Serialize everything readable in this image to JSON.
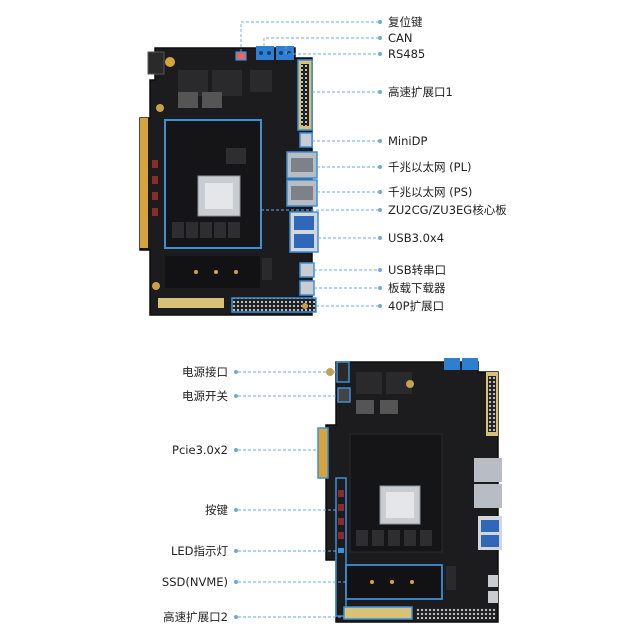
{
  "top_labels": [
    {
      "key": "reset",
      "text": "复位键"
    },
    {
      "key": "can",
      "text": "CAN"
    },
    {
      "key": "rs485",
      "text": "RS485"
    },
    {
      "key": "hs_expansion_1",
      "text": "高速扩展口1"
    },
    {
      "key": "minidp",
      "text": "MiniDP"
    },
    {
      "key": "gbe_pl",
      "text": "千兆以太网 (PL)"
    },
    {
      "key": "gbe_ps",
      "text": "千兆以太网 (PS)"
    },
    {
      "key": "core_board",
      "text": "ZU2CG/ZU3EG核心板"
    },
    {
      "key": "usb3",
      "text": "USB3.0x4"
    },
    {
      "key": "usb_uart",
      "text": "USB转串口"
    },
    {
      "key": "onboard_downloader",
      "text": "板载下载器"
    },
    {
      "key": "expansion_40p",
      "text": "40P扩展口"
    }
  ],
  "bottom_labels": [
    {
      "key": "power_jack",
      "text": "电源接口"
    },
    {
      "key": "power_switch",
      "text": "电源开关"
    },
    {
      "key": "pcie",
      "text": "Pcie3.0x2"
    },
    {
      "key": "buttons",
      "text": "按键"
    },
    {
      "key": "led",
      "text": "LED指示灯"
    },
    {
      "key": "ssd",
      "text": "SSD(NVME)"
    },
    {
      "key": "hs_expansion_2",
      "text": "高速扩展口2"
    }
  ],
  "colors": {
    "highlight": "#3d8fd6",
    "leader": "#6fa8dc",
    "pcb": "#1b1b1d",
    "pcb_dark": "#111112",
    "gold": "#d6a43a",
    "terminal_blue": "#2f7fd0",
    "metal": "#c9ccd1"
  }
}
